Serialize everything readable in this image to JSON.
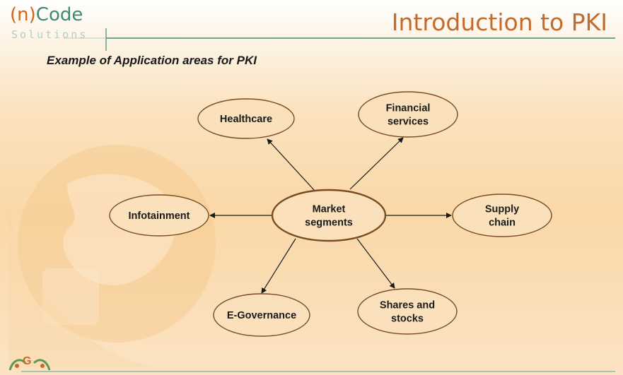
{
  "logo": {
    "paren_open": "(",
    "letter": "n",
    "paren_close": ")",
    "word": "Code",
    "sub": "Solutions"
  },
  "page_title": "Introduction to PKI",
  "subtitle": "Example of Application areas for PKI",
  "diagram": {
    "center": {
      "lines": [
        "Market",
        "segments"
      ]
    },
    "nodes": [
      {
        "id": "healthcare",
        "lines": [
          "Healthcare"
        ]
      },
      {
        "id": "financial-services",
        "lines": [
          "Financial",
          "services"
        ]
      },
      {
        "id": "infotainment",
        "lines": [
          "Infotainment"
        ]
      },
      {
        "id": "supply-chain",
        "lines": [
          "Supply",
          "chain"
        ]
      },
      {
        "id": "e-governance",
        "lines": [
          "E-Governance"
        ]
      },
      {
        "id": "shares-and-stocks",
        "lines": [
          "Shares and",
          "stocks"
        ]
      }
    ]
  },
  "footer": {
    "logo_letter": "G"
  },
  "colors": {
    "title": "#c46a2a",
    "logo_green": "#3f8a73",
    "node_fill": "#fbe1bb",
    "node_stroke": "#7a4a20",
    "arrow": "#1a1a1a"
  }
}
